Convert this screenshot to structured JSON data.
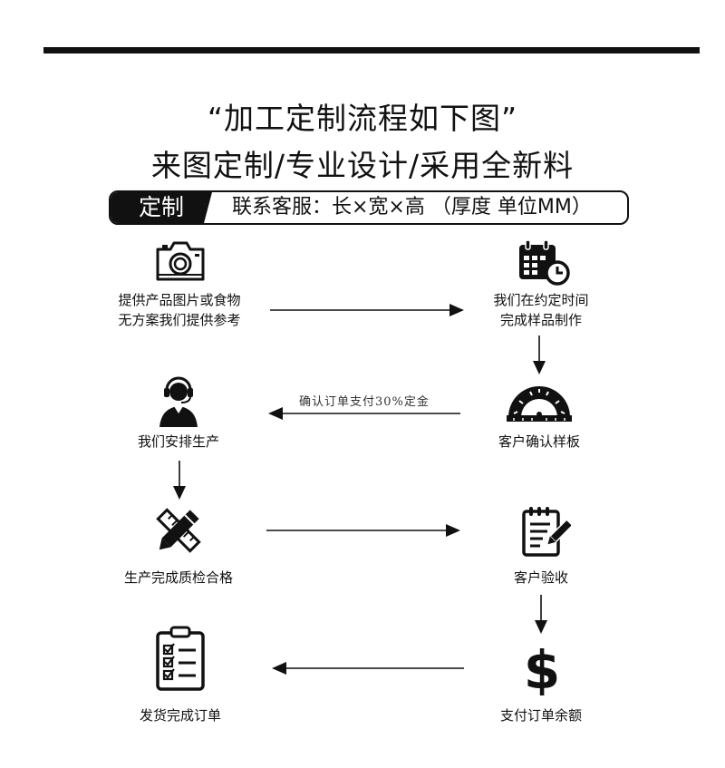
{
  "header": {
    "title_line1": "“加工定制流程如下图”",
    "title_line2": "来图定制/专业设计/采用全新料"
  },
  "spec_bar": {
    "tag": "定制",
    "text": "联系客服：长×宽×高 （厚度 单位MM）"
  },
  "steps": {
    "provide_image": {
      "line1": "提供产品图片或食物",
      "line2": "无方案我们提供参考",
      "icon": "camera-icon"
    },
    "make_sample": {
      "line1": "我们在约定时间",
      "line2": "完成样品制作",
      "icon": "calendar-clock-icon"
    },
    "confirm_sample": {
      "label": "客户确认样板",
      "icon": "protractor-icon"
    },
    "arrange_production": {
      "label": "我们安排生产",
      "icon": "customer-service-icon"
    },
    "production_qc": {
      "label": "生产完成质检合格",
      "icon": "pencil-ruler-icon"
    },
    "customer_inspect": {
      "label": "客户验收",
      "icon": "clipboard-edit-icon"
    },
    "pay_balance": {
      "label": "支付订单余额",
      "icon": "dollar-icon"
    },
    "ship_complete": {
      "label": "发货完成订单",
      "icon": "checklist-icon"
    }
  },
  "arrow_notes": {
    "deposit": "确认订单支付30%定金"
  }
}
